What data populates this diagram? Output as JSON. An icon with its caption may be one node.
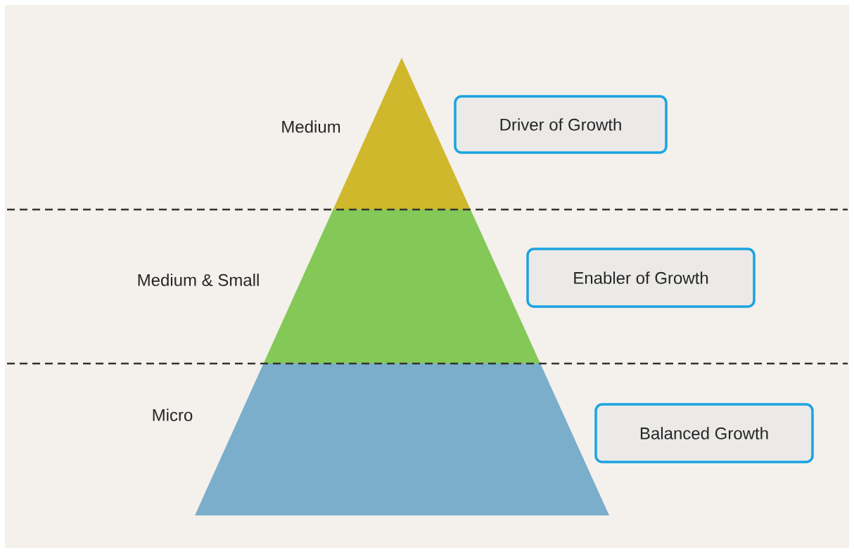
{
  "diagram": {
    "nodes": [
      {
        "text": [],
        "shape": "triangle",
        "beside": [
          "Medium"
        ]
      },
      {
        "text": [],
        "shape": "trapezoid",
        "beside": [
          "Medium & Small"
        ]
      },
      {
        "text": [],
        "shape": "trapezoid",
        "beside": [
          "Micro"
        ]
      },
      {
        "text": [
          "Driver of Growth"
        ]
      },
      {
        "text": [
          "Enabler of Growth"
        ]
      },
      {
        "text": [
          "Balanced Growth"
        ]
      }
    ],
    "edges": []
  }
}
